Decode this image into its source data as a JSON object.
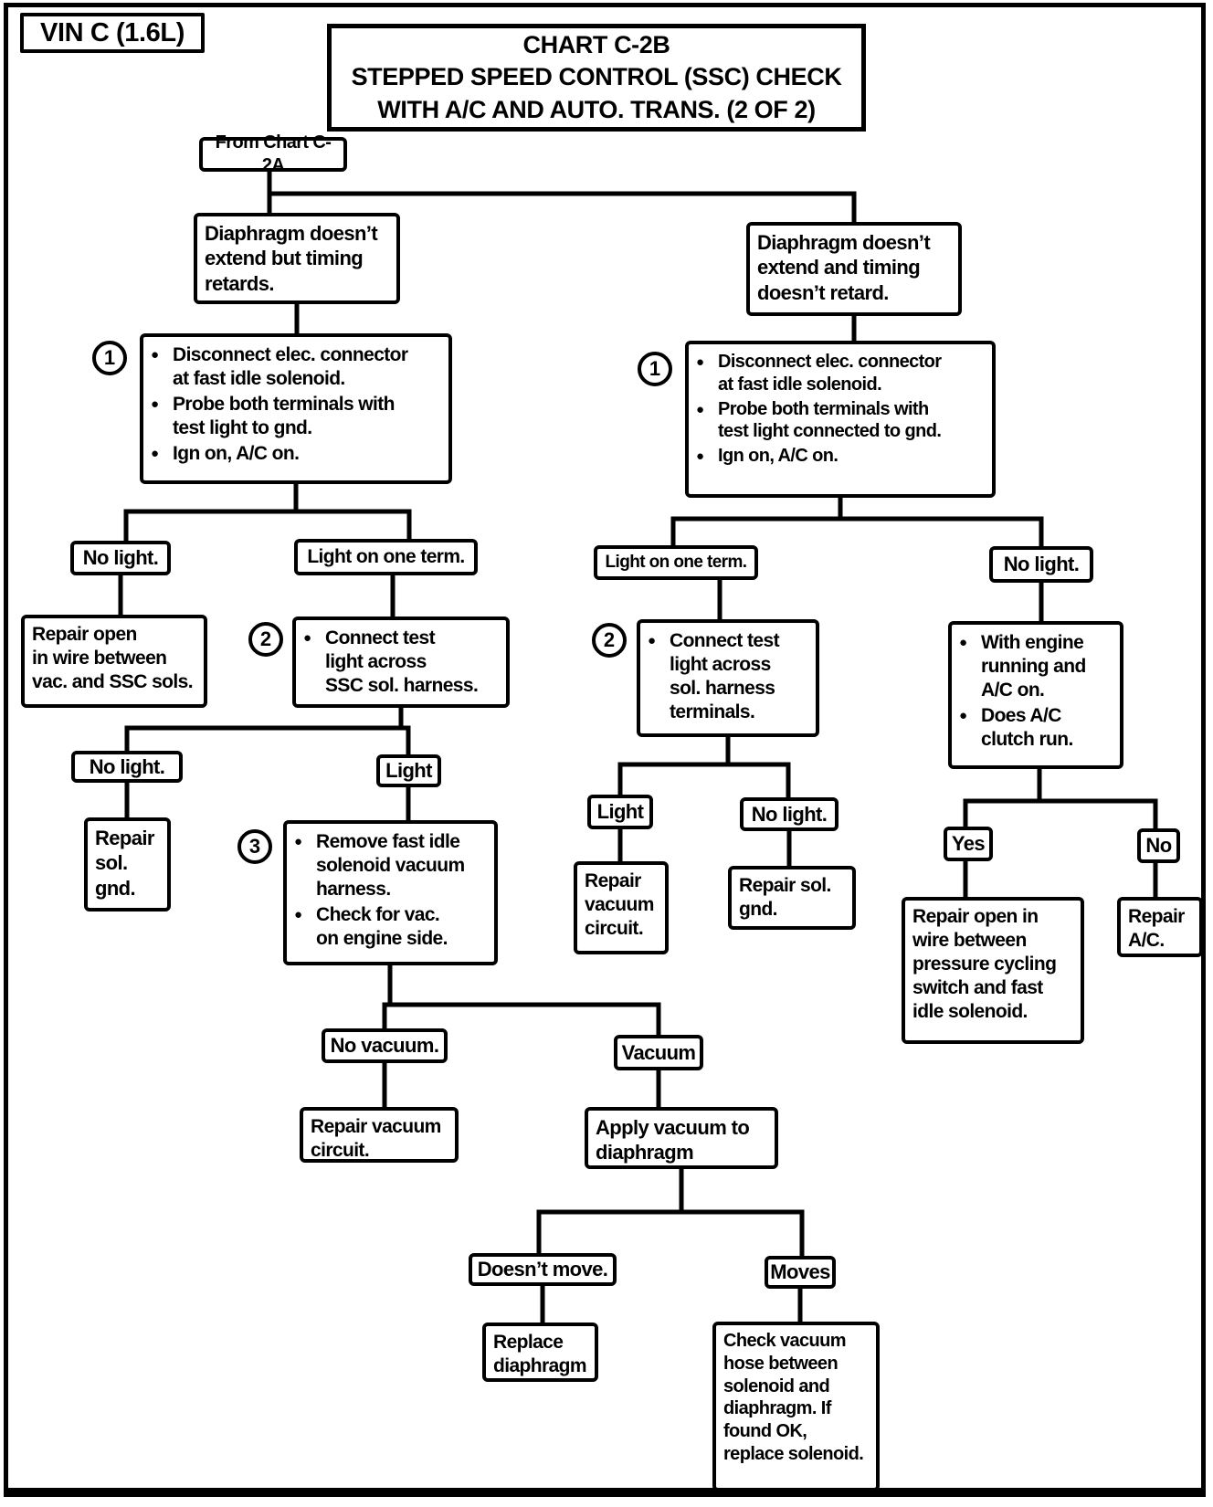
{
  "vin_label": "VIN C (1.6L)",
  "title": {
    "text": "CHART C-2B\nSTEPPED SPEED CONTROL (SSC) CHECK\nWITH A/C AND AUTO. TRANS. (2 OF 2)"
  },
  "glyphs": {
    "bullet": "●"
  },
  "nodes": {
    "from_chart": {
      "text": "From Chart C-2A"
    },
    "diaph_left": {
      "text": "Diaphragm doesn’t\nextend but timing\nretards."
    },
    "diaph_right": {
      "text": "Diaphragm doesn’t\nextend and timing\ndoesn’t retard."
    },
    "step1_left": {
      "step_no": "1",
      "items": [
        "Disconnect elec. connector\nat fast idle solenoid.",
        "Probe both terminals with\ntest light to gnd.",
        "Ign on, A/C on."
      ]
    },
    "step1_right": {
      "step_no": "1",
      "items": [
        "Disconnect elec. connector\nat fast idle solenoid.",
        "Probe both terminals with\ntest light connected to gnd.",
        "Ign on, A/C on."
      ]
    },
    "no_light_1": {
      "text": "No light."
    },
    "light_one_term_1": {
      "text": "Light on one term."
    },
    "repair_open_1": {
      "text": "Repair open\nin wire between\nvac. and SSC sols."
    },
    "step2_left": {
      "step_no": "2",
      "items": [
        "Connect test\nlight across\nSSC sol. harness."
      ]
    },
    "no_light_2": {
      "text": "No light."
    },
    "light_2": {
      "text": "Light"
    },
    "repair_sol_gnd_1": {
      "text": "Repair\nsol.\ngnd."
    },
    "step3": {
      "step_no": "3",
      "items": [
        "Remove fast idle\nsolenoid vacuum\nharness.",
        "Check for vac.\non engine side."
      ]
    },
    "no_vacuum": {
      "text": "No vacuum."
    },
    "vacuum": {
      "text": "Vacuum"
    },
    "repair_vac_1": {
      "text": "Repair vacuum\ncircuit."
    },
    "apply_vacuum": {
      "text": "Apply vacuum to\ndiaphragm"
    },
    "doesnt_move": {
      "text": "Doesn’t move."
    },
    "moves": {
      "text": "Moves"
    },
    "replace_diaphragm": {
      "text": "Replace\ndiaphragm"
    },
    "check_hose": {
      "text": "Check vacuum\nhose between\nsolenoid and\ndiaphragm. If\nfound OK,\nreplace solenoid."
    },
    "light_one_term_2": {
      "text": "Light on one term."
    },
    "no_light_3": {
      "text": "No light."
    },
    "step2_right": {
      "step_no": "2",
      "items": [
        "Connect test\nlight across\nsol. harness\nterminals."
      ]
    },
    "with_engine": {
      "items": [
        "With engine\nrunning and\nA/C on.",
        "Does A/C\nclutch run."
      ]
    },
    "light_3": {
      "text": "Light"
    },
    "no_light_4": {
      "text": "No light."
    },
    "repair_vac_2": {
      "text": "Repair\nvacuum\ncircuit."
    },
    "repair_sol_gnd_2": {
      "text": "Repair sol.\ngnd."
    },
    "yes": {
      "text": "Yes"
    },
    "no": {
      "text": "No"
    },
    "repair_open_2": {
      "text": "Repair open in\nwire between\npressure cycling\nswitch and fast\nidle solenoid."
    },
    "repair_ac": {
      "text": "Repair\nA/C."
    }
  }
}
